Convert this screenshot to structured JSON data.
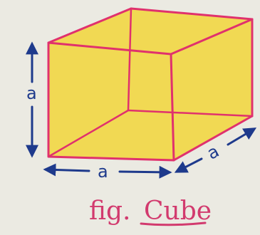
{
  "diagram": {
    "shape": "cube",
    "edge_labels": {
      "height": "a",
      "width": "a",
      "depth": "a"
    },
    "caption": {
      "prefix": "fig.",
      "name": "Cube"
    },
    "colors": {
      "paper": "#ebeae2",
      "face_fill": "#f2d63a",
      "edges": "#e0316d",
      "dimension_arrows": "#1e3a8c",
      "caption": "#d23a6e"
    }
  }
}
